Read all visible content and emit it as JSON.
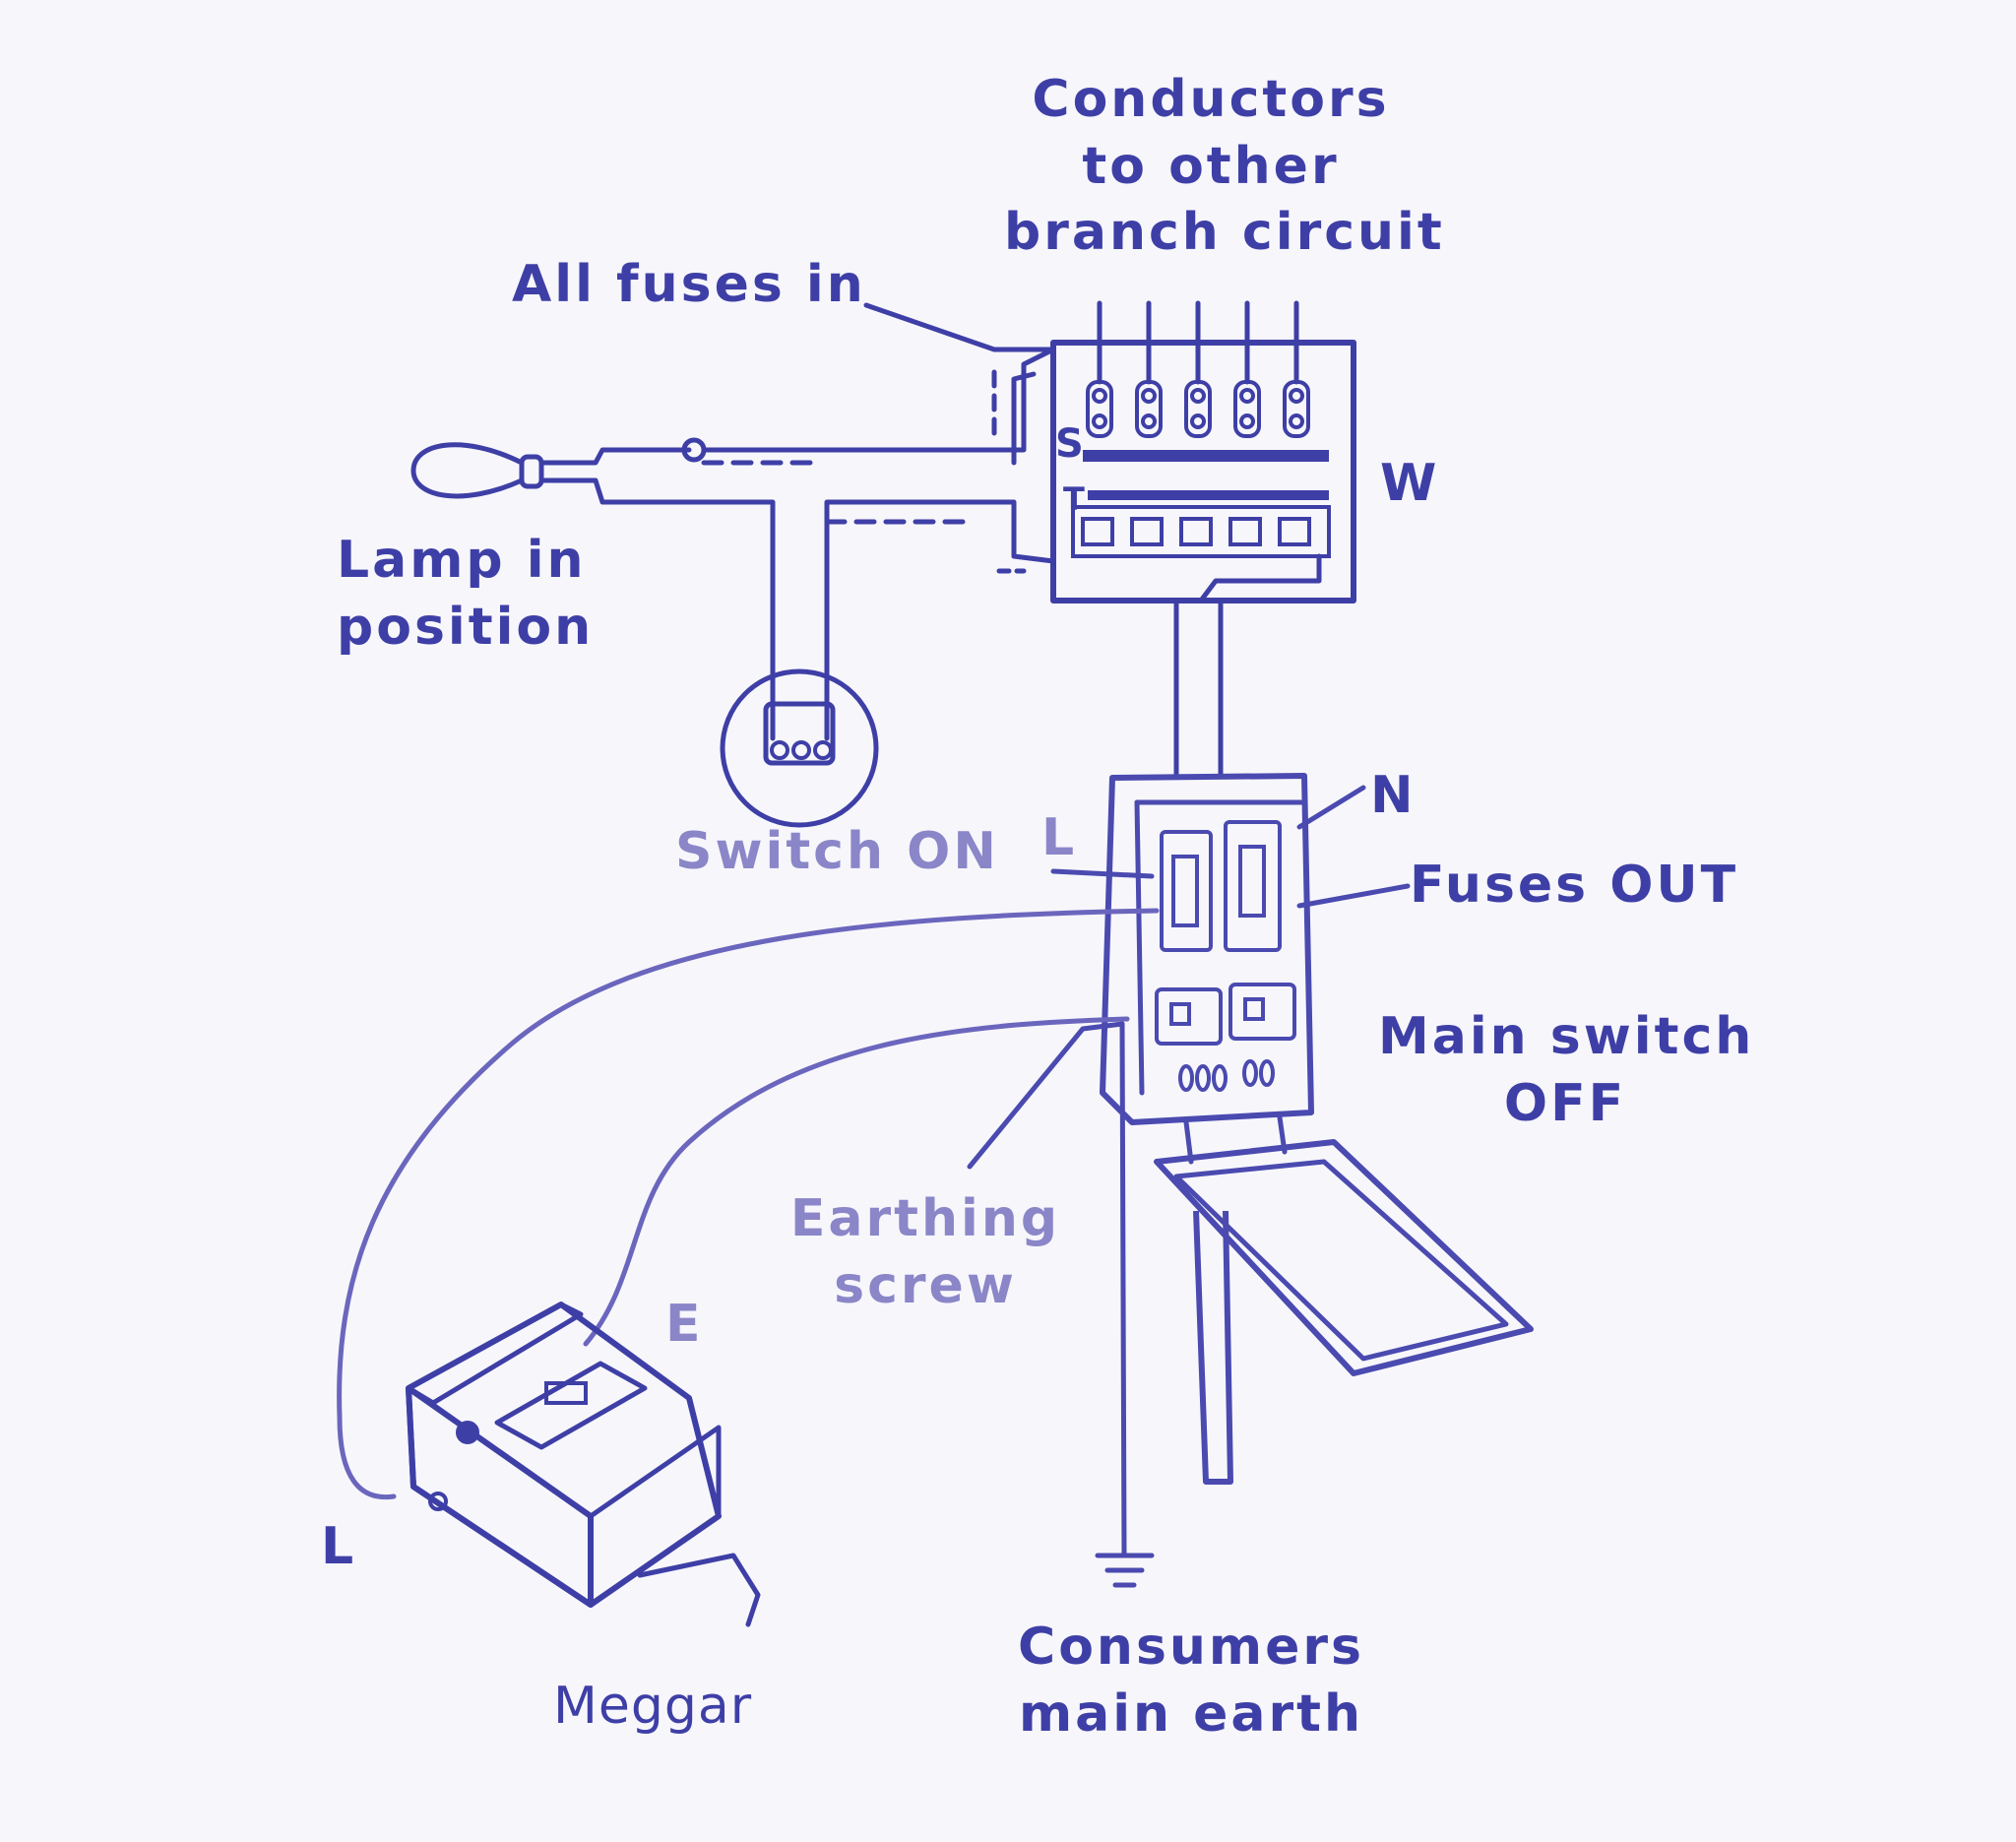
{
  "colors": {
    "ink": "#3e3fa6",
    "ink_faded": "#8a86c8",
    "paper": "#f7f6fb"
  },
  "labels": {
    "conductors": [
      "Conductors",
      "to other",
      "branch circuit"
    ],
    "all_fuses_in": "All fuses in",
    "lamp_in_position": [
      "Lamp in",
      "position"
    ],
    "board_s": "S",
    "board_t": "T",
    "board_w": "W",
    "switch_on": "Switch ON",
    "terminal_l_top": "L",
    "terminal_n": "N",
    "fuses_out": "Fuses OUT",
    "main_switch_off": [
      "Main switch",
      "OFF"
    ],
    "earthing_screw": [
      "Earthing",
      "screw"
    ],
    "meggar_e": "E",
    "meggar_l": "L",
    "meggar": "Meggar",
    "consumers_main_earth": [
      "Consumers",
      "main earth"
    ]
  }
}
